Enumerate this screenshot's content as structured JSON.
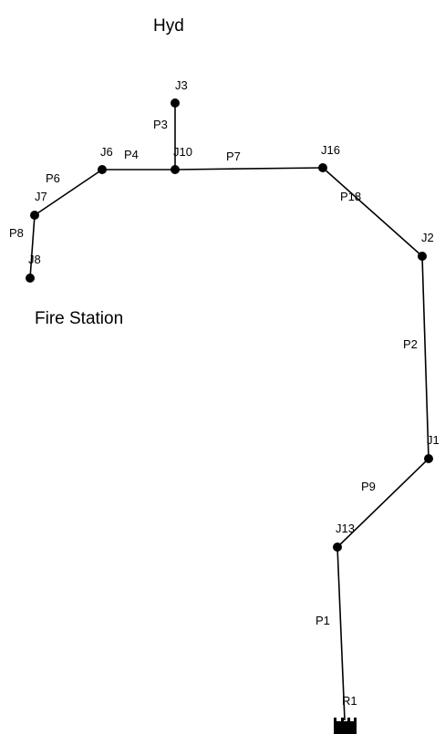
{
  "map": {
    "title_top": "Hyd",
    "title_left": "Fire Station"
  },
  "junctions": [
    {
      "id": "J3",
      "label": "J3"
    },
    {
      "id": "J10",
      "label": "J10"
    },
    {
      "id": "J6",
      "label": "J6"
    },
    {
      "id": "J7",
      "label": "J7"
    },
    {
      "id": "J8",
      "label": "J8"
    },
    {
      "id": "J16",
      "label": "J16"
    },
    {
      "id": "J2",
      "label": "J2"
    },
    {
      "id": "J1",
      "label": "J1"
    },
    {
      "id": "J13",
      "label": "J13"
    }
  ],
  "reservoirs": [
    {
      "id": "R1",
      "label": "R1"
    }
  ],
  "pipes": [
    {
      "id": "P3",
      "label": "P3",
      "from": "J3",
      "to": "J10"
    },
    {
      "id": "P4",
      "label": "P4",
      "from": "J6",
      "to": "J10"
    },
    {
      "id": "P7",
      "label": "P7",
      "from": "J10",
      "to": "J16"
    },
    {
      "id": "P6",
      "label": "P6",
      "from": "J7",
      "to": "J6"
    },
    {
      "id": "P8",
      "label": "P8",
      "from": "J8",
      "to": "J7"
    },
    {
      "id": "P18",
      "label": "P18",
      "from": "J16",
      "to": "J2"
    },
    {
      "id": "P2",
      "label": "P2",
      "from": "J2",
      "to": "J1"
    },
    {
      "id": "P9",
      "label": "P9",
      "from": "J1",
      "to": "J13"
    },
    {
      "id": "P1",
      "label": "P1",
      "from": "J13",
      "to": "R1"
    }
  ]
}
